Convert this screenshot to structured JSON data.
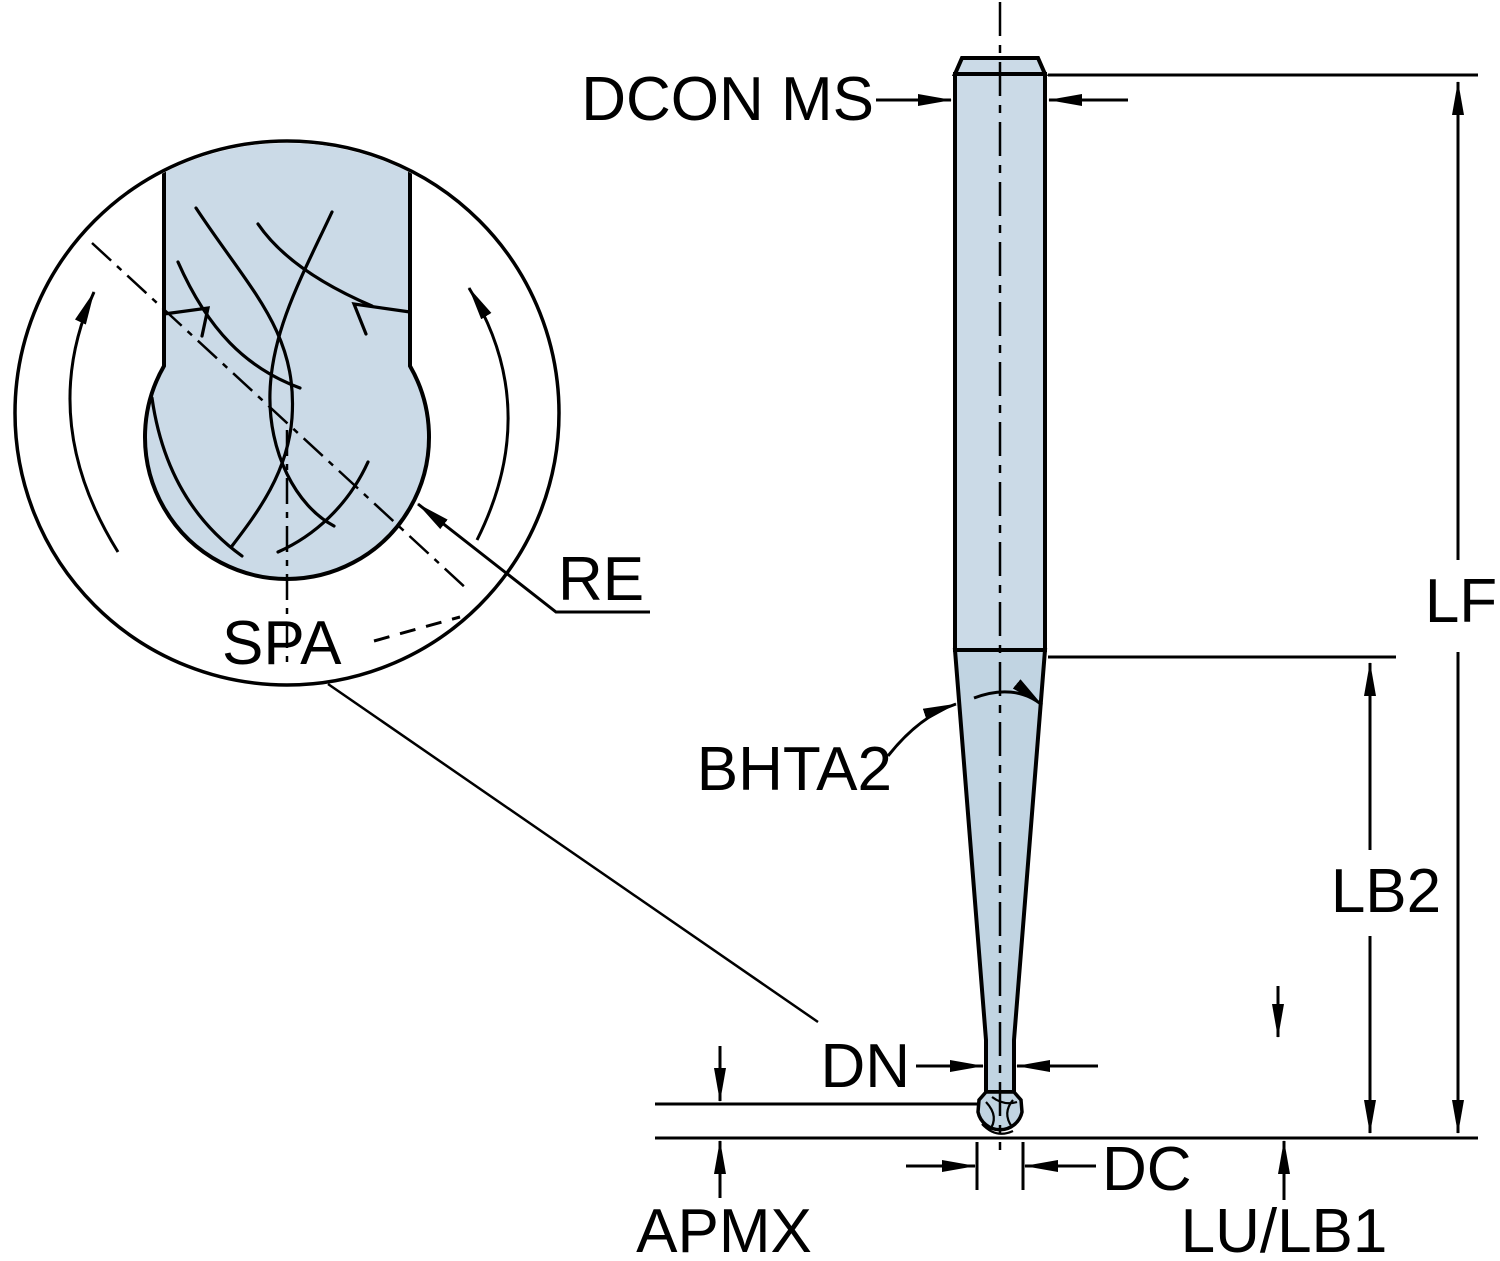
{
  "diagram": {
    "kind": "ball-nose-end-mill-dimension-drawing",
    "detail_view": {
      "spa_label": "SPA",
      "re_label": "RE"
    },
    "dimensions": {
      "dcon": "DCON MS",
      "lf": "LF",
      "bhta2": "BHTA2",
      "lb2": "LB2",
      "dn": "DN",
      "dc": "DC",
      "apmx": "APMX",
      "lu_lb1": "LU/LB1"
    },
    "colors": {
      "tool_body": "#cbdae7",
      "tool_taper": "#c1d4e2",
      "line": "#000000",
      "background": "#ffffff"
    }
  }
}
